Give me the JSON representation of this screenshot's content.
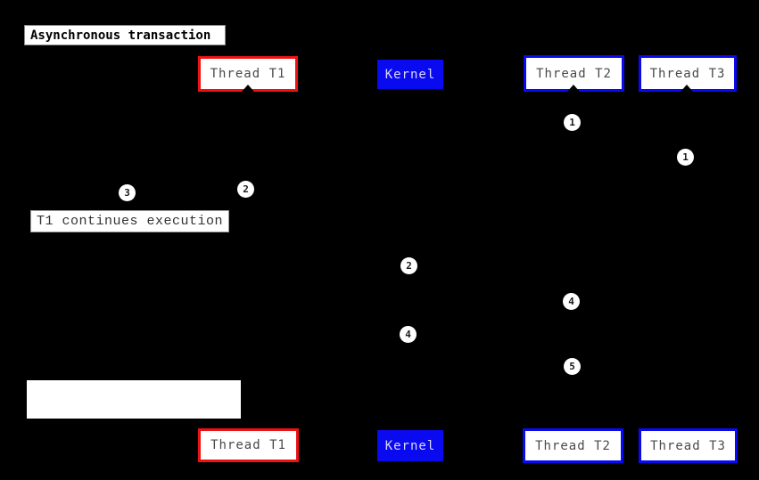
{
  "diagram": {
    "title": "Asynchronous transaction",
    "note": "T1 continues execution",
    "actors": {
      "t1": "Thread T1",
      "kernel": "Kernel",
      "t2": "Thread T2",
      "t3": "Thread T3"
    },
    "markers": [
      {
        "label": "1"
      },
      {
        "label": "1"
      },
      {
        "label": "2"
      },
      {
        "label": "3"
      },
      {
        "label": "2"
      },
      {
        "label": "4"
      },
      {
        "label": "4"
      },
      {
        "label": "5"
      }
    ],
    "colors": {
      "background": "#000000",
      "t1_border": "#ee1111",
      "blue": "#0a0af0",
      "box_background": "#ffffff",
      "box_text": "#4a4a4a",
      "kernel_text": "#d8d8ff"
    }
  }
}
